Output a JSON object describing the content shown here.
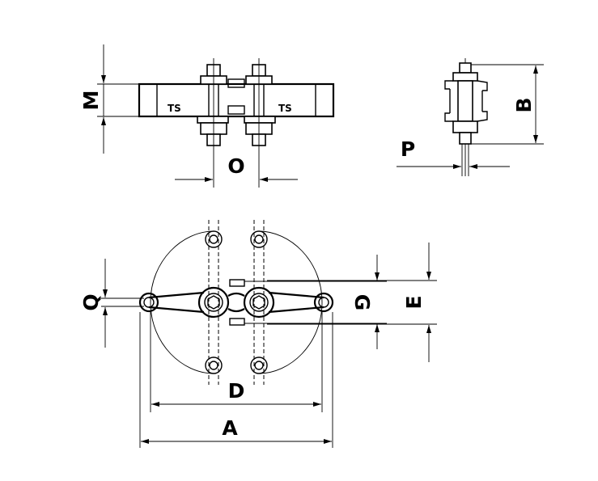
{
  "drawing": {
    "dimension_labels": {
      "A": "A",
      "B": "B",
      "D": "D",
      "E": "E",
      "G": "G",
      "M": "M",
      "O": "O",
      "P": "P",
      "Q": "Q"
    },
    "markings": {
      "left_plate": "TS",
      "right_plate": "TS"
    },
    "colors": {
      "ink": "#000000",
      "paper": "#ffffff"
    }
  }
}
